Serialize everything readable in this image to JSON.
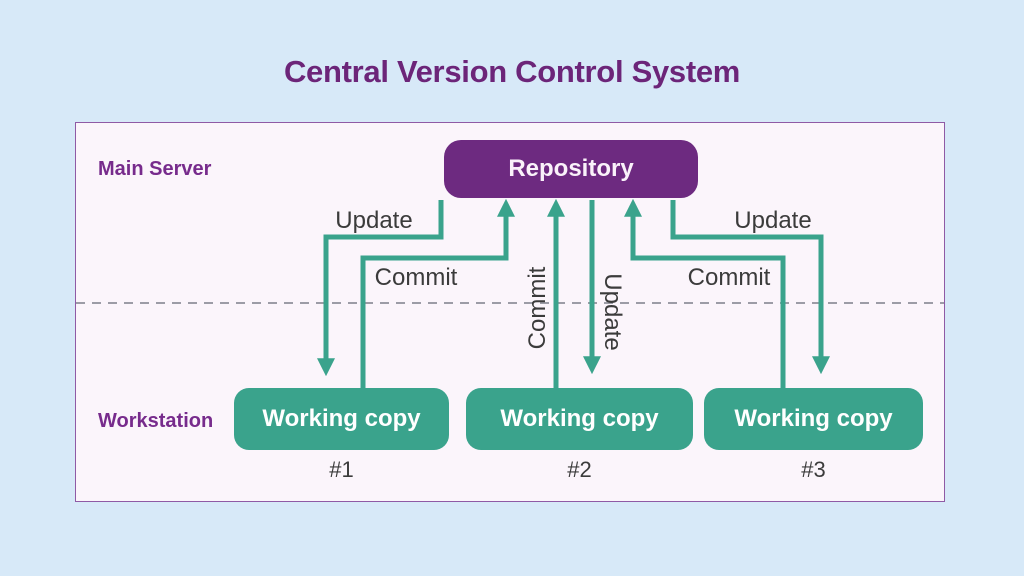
{
  "header": {
    "title": "Central Version Control System"
  },
  "colors": {
    "page_background": "#D7E9F8",
    "panel_background": "#FBF5FB",
    "panel_border": "#8F5AA5",
    "repository_purple": "#6D2A80",
    "working_copy_teal": "#3AA38C",
    "arrow_teal": "#3AA38C",
    "title_purple": "#6C2579",
    "zone_label_purple": "#772B8C",
    "edge_label_gray": "#3B3B3B",
    "divider_gray": "#9C9CA6"
  },
  "diagram": {
    "zones": {
      "server": "Main Server",
      "workstation": "Workstation"
    },
    "repository": {
      "label": "Repository"
    },
    "working_copies": [
      {
        "label": "Working copy",
        "number": "#1"
      },
      {
        "label": "Working copy",
        "number": "#2"
      },
      {
        "label": "Working copy",
        "number": "#3"
      }
    ],
    "edges": [
      {
        "action": "update",
        "from": "repository",
        "to": "working-copy-1",
        "label": "Update"
      },
      {
        "action": "commit",
        "from": "working-copy-1",
        "to": "repository",
        "label": "Commit"
      },
      {
        "action": "commit",
        "from": "working-copy-2",
        "to": "repository",
        "label": "Commit"
      },
      {
        "action": "update",
        "from": "repository",
        "to": "working-copy-2",
        "label": "Update"
      },
      {
        "action": "commit",
        "from": "working-copy-3",
        "to": "repository",
        "label": "Commit"
      },
      {
        "action": "update",
        "from": "repository",
        "to": "working-copy-3",
        "label": "Update"
      }
    ]
  }
}
